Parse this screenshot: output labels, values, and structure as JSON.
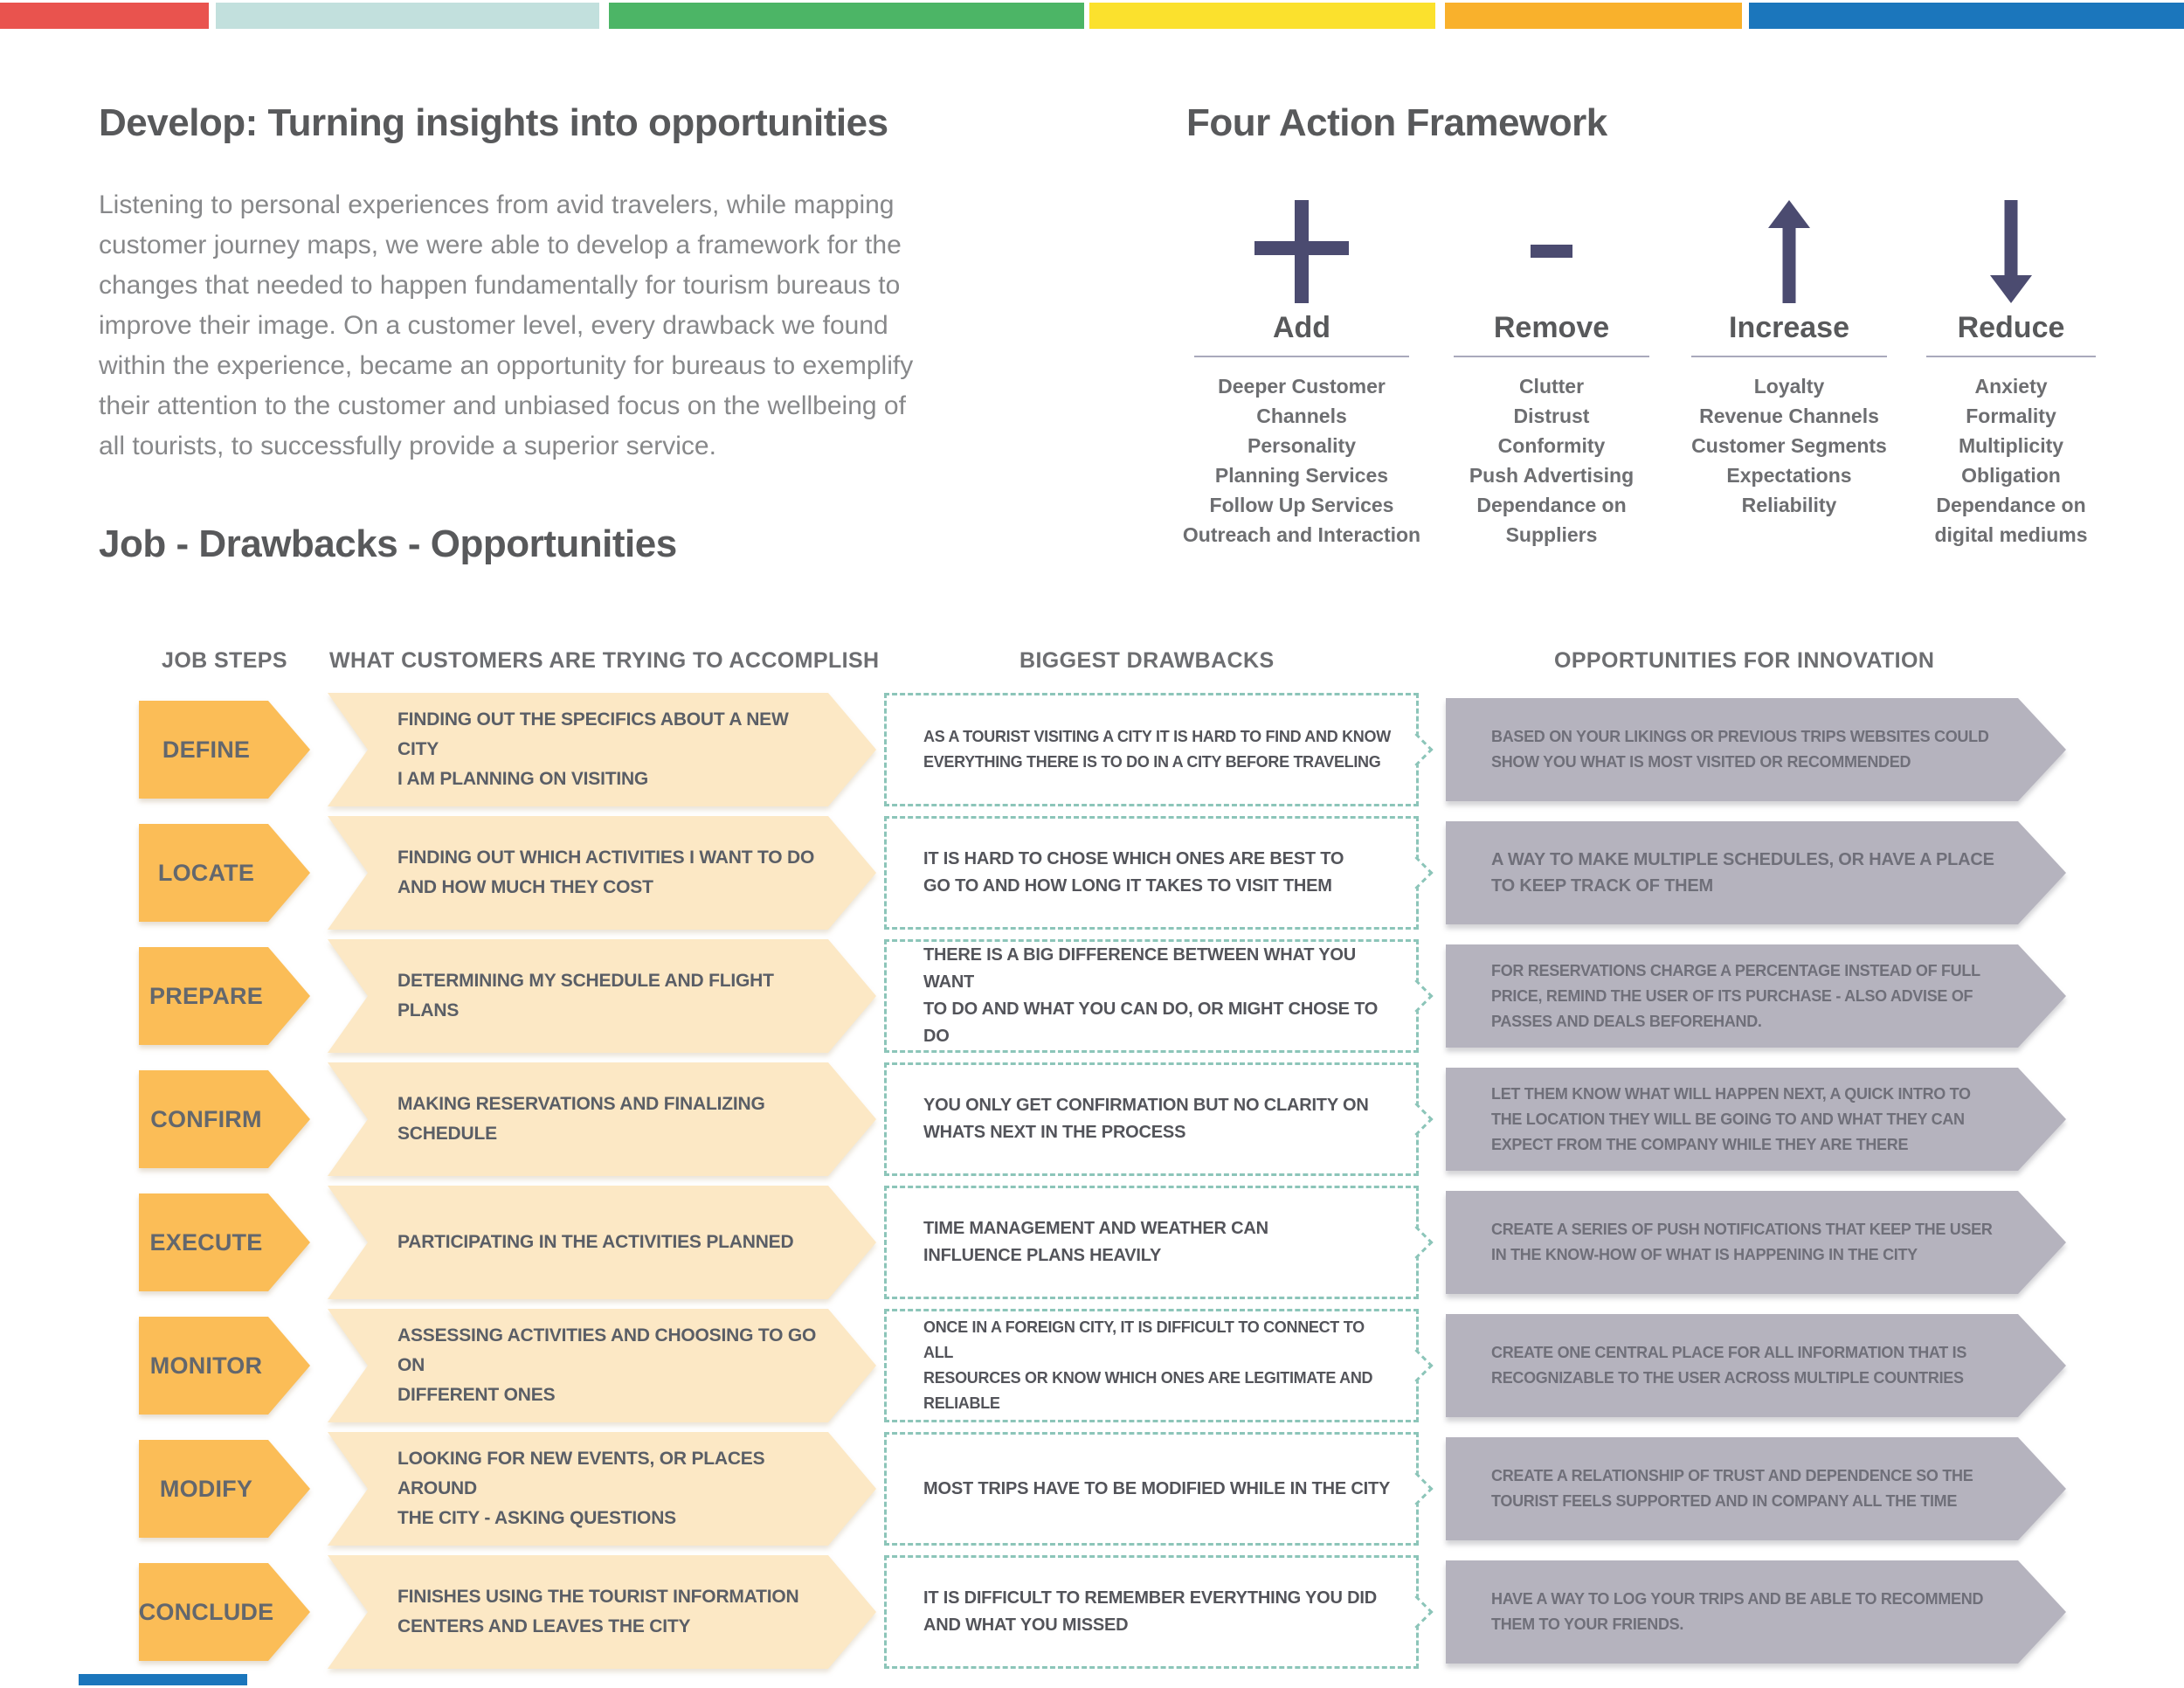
{
  "accent_colors": [
    "#E9534E",
    "#C2E0DD",
    "#4CB566",
    "#FBE12D",
    "#F9B12C",
    "#1B76BC"
  ],
  "develop": {
    "title": "Develop: Turning insights into opportunities",
    "body": "Listening to personal experiences from avid travelers, while mapping\ncustomer journey maps, we were able to develop a framework for the\nchanges that needed to happen fundamentally for tourism bureaus to\nimprove their image. On a customer level, every drawback we found\nwithin the experience, became an opportunity for bureaus to exemplify\ntheir attention to the customer and unbiased focus on the wellbeing of\nall tourists, to successfully provide a superior service."
  },
  "framework": {
    "title": "Four Action Framework",
    "ink_color": "#4B4B70",
    "columns": [
      {
        "icon": "plus-icon",
        "label": "Add",
        "items": [
          "Deeper Customer Channels",
          "Personality",
          "Planning Services",
          "Follow Up Services",
          "Outreach and Interaction"
        ]
      },
      {
        "icon": "minus-icon",
        "label": "Remove",
        "items": [
          "Clutter",
          "Distrust",
          "Conformity",
          "Push Advertising",
          "Dependance on Suppliers"
        ]
      },
      {
        "icon": "arrow-up-icon",
        "label": "Increase",
        "items": [
          "Loyalty",
          "Revenue Channels",
          "Customer Segments",
          "Expectations",
          "Reliability"
        ]
      },
      {
        "icon": "arrow-down-icon",
        "label": "Reduce",
        "items": [
          "Anxiety",
          "Formality",
          "Multiplicity",
          "Obligation",
          "Dependance on digital mediums"
        ]
      }
    ]
  },
  "jobs": {
    "title": "Job - Drawbacks - Opportunities",
    "headers": [
      "JOB STEPS",
      "WHAT CUSTOMERS ARE TRYING TO ACCOMPLISH",
      "BIGGEST DRAWBACKS",
      "OPPORTUNITIES FOR INNOVATION"
    ],
    "step_fill_color": "#FBBD57",
    "accomplish_fill_color": "#FCE8C5",
    "drawback_border_color": "#8CC5B9",
    "opportunity_fill_color": "#B5B3BE",
    "rows": [
      {
        "step": "DEFINE",
        "accomplish": "FINDING OUT THE SPECIFICS ABOUT A NEW CITY\nI AM PLANNING ON VISITING",
        "drawback": "AS A TOURIST VISITING A CITY IT IS HARD TO FIND AND KNOW\nEVERYTHING THERE IS TO DO IN A CITY BEFORE TRAVELING",
        "opportunity": "BASED ON YOUR LIKINGS OR PREVIOUS TRIPS WEBSITES COULD\nSHOW YOU WHAT IS MOST VISITED OR RECOMMENDED"
      },
      {
        "step": "LOCATE",
        "accomplish": "FINDING OUT WHICH ACTIVITIES I WANT TO DO\nAND HOW MUCH THEY COST",
        "drawback": "IT IS HARD TO CHOSE WHICH ONES ARE BEST TO\nGO TO AND HOW LONG IT TAKES TO VISIT THEM",
        "opportunity": "A WAY TO MAKE MULTIPLE SCHEDULES, OR HAVE A PLACE\nTO KEEP TRACK OF THEM"
      },
      {
        "step": "PREPARE",
        "accomplish": "DETERMINING MY SCHEDULE AND FLIGHT PLANS",
        "drawback": "THERE IS A BIG DIFFERENCE BETWEEN WHAT YOU WANT\nTO DO AND WHAT YOU CAN DO, OR MIGHT CHOSE TO DO",
        "opportunity": "FOR RESERVATIONS CHARGE A PERCENTAGE INSTEAD OF FULL\nPRICE, REMIND THE USER OF ITS PURCHASE - ALSO ADVISE OF\nPASSES AND DEALS BEFOREHAND."
      },
      {
        "step": "CONFIRM",
        "accomplish": "MAKING RESERVATIONS AND FINALIZING\nSCHEDULE",
        "drawback": "YOU ONLY GET CONFIRMATION BUT NO CLARITY ON\nWHATS NEXT IN THE PROCESS",
        "opportunity": "LET THEM KNOW WHAT WILL HAPPEN NEXT, A QUICK INTRO TO\nTHE LOCATION THEY WILL BE GOING TO AND WHAT THEY CAN\nEXPECT FROM THE COMPANY WHILE THEY ARE THERE"
      },
      {
        "step": "EXECUTE",
        "accomplish": "PARTICIPATING IN THE ACTIVITIES PLANNED",
        "drawback": "TIME MANAGEMENT AND WEATHER CAN\nINFLUENCE PLANS HEAVILY",
        "opportunity": "CREATE A SERIES OF PUSH NOTIFICATIONS THAT KEEP THE USER\nIN THE KNOW-HOW OF WHAT IS HAPPENING IN THE CITY"
      },
      {
        "step": "MONITOR",
        "accomplish": "ASSESSING ACTIVITIES AND CHOOSING TO GO ON\nDIFFERENT ONES",
        "drawback": "ONCE IN A FOREIGN CITY, IT IS DIFFICULT TO CONNECT TO ALL\nRESOURCES OR KNOW WHICH ONES ARE LEGITIMATE AND RELIABLE",
        "opportunity": "CREATE ONE CENTRAL PLACE FOR ALL INFORMATION THAT IS\nRECOGNIZABLE TO THE USER ACROSS MULTIPLE COUNTRIES"
      },
      {
        "step": "MODIFY",
        "accomplish": "LOOKING FOR NEW EVENTS, OR PLACES AROUND\nTHE CITY - ASKING QUESTIONS",
        "drawback": "MOST TRIPS HAVE TO BE MODIFIED WHILE IN THE CITY",
        "opportunity": "CREATE A RELATIONSHIP OF TRUST AND DEPENDENCE SO THE\nTOURIST FEELS SUPPORTED AND IN COMPANY ALL THE TIME"
      },
      {
        "step": "CONCLUDE",
        "accomplish": "FINISHES USING THE TOURIST INFORMATION\nCENTERS AND LEAVES THE CITY",
        "drawback": "IT IS DIFFICULT TO REMEMBER EVERYTHING YOU DID\nAND WHAT YOU MISSED",
        "opportunity": "HAVE A WAY TO LOG YOUR TRIPS AND BE ABLE TO RECOMMEND\nTHEM TO YOUR FRIENDS."
      }
    ]
  }
}
